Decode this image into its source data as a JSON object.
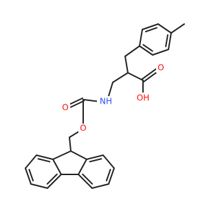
{
  "colors": {
    "bond": "#222222",
    "oxygen": "#ff0d0d",
    "nitrogen": "#3050f8",
    "background": "#ffffff"
  },
  "atoms": {
    "carbonyl_o_1": "O",
    "ether_o": "O",
    "nh": "NH",
    "carbonyl_o_2": "O",
    "oh": "OH"
  }
}
